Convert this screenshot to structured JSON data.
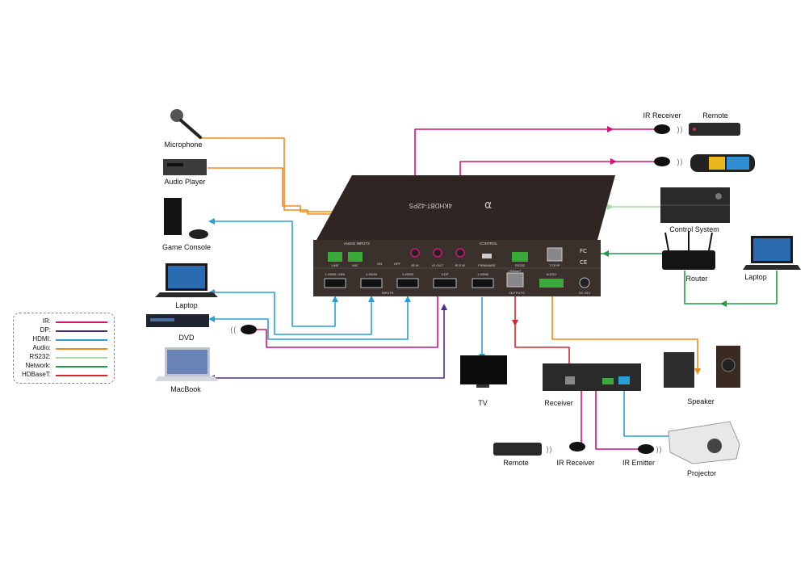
{
  "labels": {
    "microphone": "Microphone",
    "audio_player": "Audio Player",
    "game_console": "Game Console",
    "laptop_left": "Laptop",
    "dvd": "DVD",
    "macbook": "MacBook",
    "ir_receiver_top": "IR Receiver",
    "remote_top": "Remote",
    "control_system": "Control System",
    "router": "Router",
    "laptop_right": "Laptop",
    "tv": "TV",
    "receiver": "Receiver",
    "speaker": "Speaker",
    "remote_bottom": "Remote",
    "ir_receiver_bottom": "IR Receiver",
    "ir_emitter": "IR Emitter",
    "projector": "Projector"
  },
  "device_panel": {
    "audio_inputs": "AUDIO INPUTS",
    "control": "CONTROL",
    "inputs": "INPUTS",
    "outputs": "OUTPUTS",
    "line": "LINE",
    "mic": "MIC",
    "on": "ON",
    "off": "OFF",
    "ir_in": "IR IN",
    "ir_out": "IR OUT",
    "ir_eye": "IR EYE",
    "firmware": "FIRMWARE",
    "rs232": "RS232",
    "tcpip": "TCP/IP",
    "hdmi1": "1-HDMI / MHL",
    "hdmi2": "2-HDMI",
    "hdmi3": "3-HDMI",
    "dp4": "4-DP",
    "out_hdmi": "1-HDMI",
    "hdbaset": "HDBaseT",
    "audio_out": "AUDIO",
    "dc": "DC 24V",
    "brand": "4KHDBT-42PS"
  },
  "legend": [
    {
      "label": "IR:",
      "color": "#d4127a"
    },
    {
      "label": "DP:",
      "color": "#4b2c8a"
    },
    {
      "label": "HDMI:",
      "color": "#2a9fd6"
    },
    {
      "label": "Audio:",
      "color": "#f08a1c"
    },
    {
      "label": "RS232:",
      "color": "#a8d9a6"
    },
    {
      "label": "Network:",
      "color": "#1f9a4a"
    },
    {
      "label": "HDBaseT:",
      "color": "#d7262e"
    }
  ],
  "colors": {
    "ir": "#d4127a",
    "dp": "#4b2c8a",
    "hdmi": "#2a9fd6",
    "audio": "#f08a1c",
    "rs232": "#a8d9a6",
    "network": "#1f9a4a",
    "hdbaset": "#d7262e",
    "device": "#3a302c"
  }
}
